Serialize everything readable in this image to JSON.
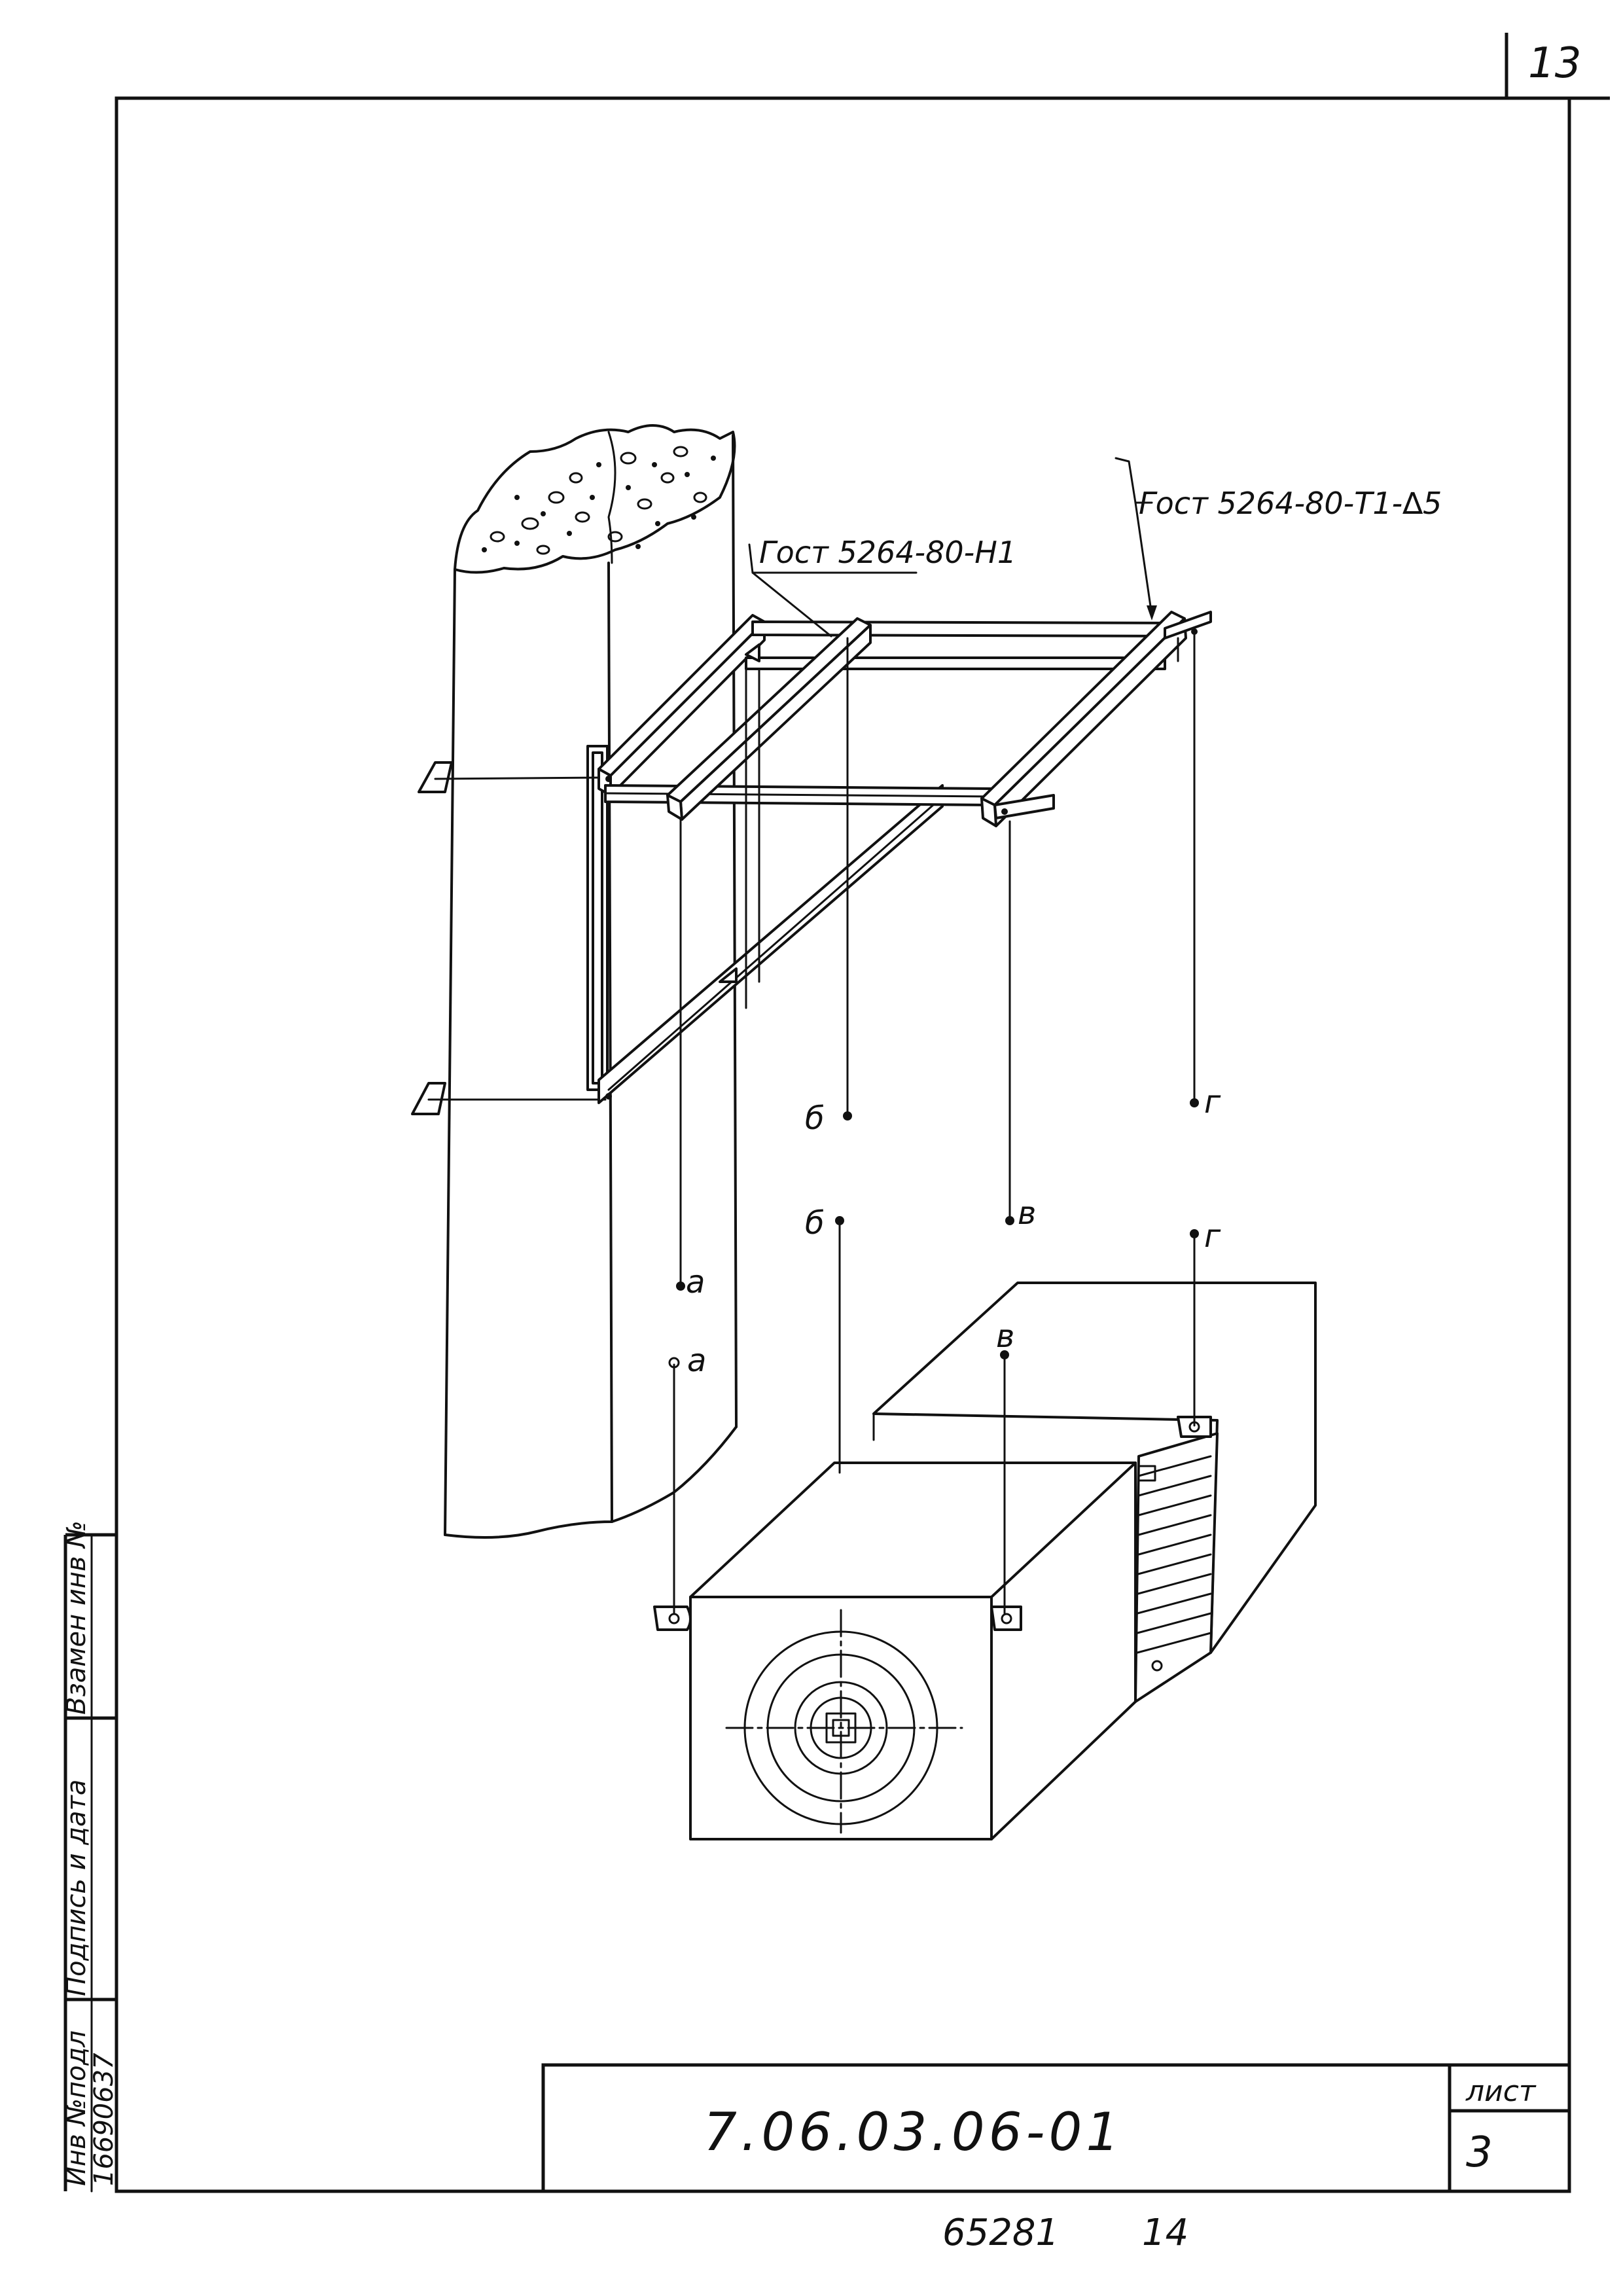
{
  "sheet": {
    "page_number_top": "13",
    "doc_code": "7.06.03.06-01",
    "list_label": "лист",
    "list_number": "3",
    "bottom_code_a": "65281",
    "bottom_code_b": "14"
  },
  "side_stamp": {
    "inv_label": "Инв №подл",
    "inv_value": "16690637",
    "sign_label": "Подпись и дата",
    "replace_label": "Взамен инв №"
  },
  "callouts": {
    "gost_top_right": "Гост 5264-80-Т1-∆5",
    "gost_mid": "Гост 5264-80-Н1"
  },
  "points": {
    "a_upper": "а",
    "a_lower": "а",
    "b_upper": "б",
    "b_lower": "б",
    "v_upper": "в",
    "v_lower": "в",
    "g_upper": "г",
    "g_lower": "г"
  }
}
